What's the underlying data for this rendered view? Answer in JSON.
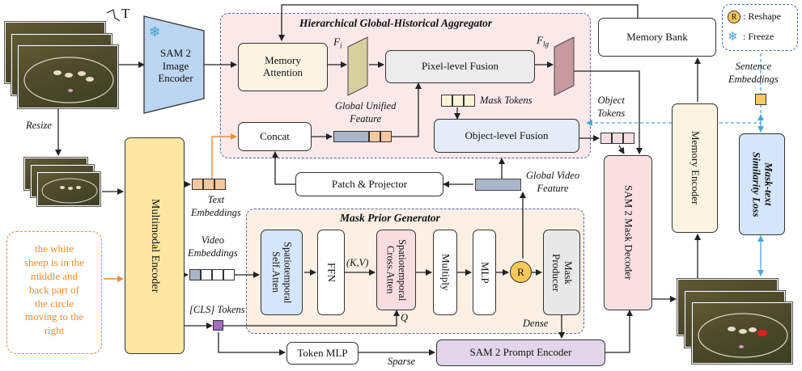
{
  "labels": {
    "T": "T",
    "encoder": "SAM 2\nImage\nEncoder",
    "resize": "Resize",
    "multimodal_encoder": "Multimodal Encoder",
    "text_embeddings": "Text\nEmbeddings",
    "video_embeddings": "Video\nEmbeddings",
    "cls_tokens": "[CLS] Tokens",
    "query_text": "the white\nsheep is in the\nmiddle and\nback part of\nthe circle\nmoving to the\nright",
    "hgha_title": "Hierarchical Global-Historical Aggregator",
    "memory_attention": "Memory\nAttention",
    "fi": "F",
    "fi_sub": "i",
    "pixel_fusion": "Pixel-level Fusion",
    "flg": "F",
    "flg_sub": "lg",
    "global_unified_feature": "Global Unified\nFeature",
    "mask_tokens": "Mask Tokens",
    "concat": "Concat",
    "object_fusion": "Object-level Fusion",
    "object_tokens": "Object\nTokens",
    "patch_projector": "Patch & Projector",
    "global_video_feature": "Global Video\nFeature",
    "mpg_title": "Mask Prior Generator",
    "st_self": "Spatiotemporal\nSelf.Atten",
    "ffn": "FFN",
    "kv": "(K,V)",
    "st_cross": "Spatiotemporal\nCross.Atten",
    "multiply": "Multiply",
    "mlp": "MLP",
    "reshape_symbol": "R",
    "mask_producer": "Mask\nProducer",
    "q": "Q",
    "dense": "Dense",
    "token_mlp": "Token MLP",
    "sparse": "Sparse",
    "prompt_encoder": "SAM 2 Prompt Encoder",
    "mask_decoder": "SAM 2 Mask Decoder",
    "memory_bank": "Memory Bank",
    "memory_encoder": "Memory Encoder",
    "legend_reshape": ": Reshape",
    "legend_freeze": ": Freeze",
    "sentence_embeddings": "Sentence\nEmbeddings",
    "similarity_loss": "Mask-text\nSimilarity Loss"
  },
  "colors": {
    "image_encoder": "#bcd5f0",
    "hgha_bg": "#fbe9ea",
    "mpg_bg": "#fcf0e4",
    "memory_attention": "#fdf3e1",
    "pixel_fusion": "#ececec",
    "object_fusion": "#e3ecf7",
    "multimodal_encoder": "#fde7a2",
    "st_self": "#d4e6f9",
    "st_cross": "#f9dde0",
    "mask_producer": "#e8e8e8",
    "prompt_encoder": "#e2d6ea",
    "mask_decoder": "#fbe0e3",
    "memory_encoder": "#fdf5e2",
    "similarity_loss": "#d4e6f9",
    "token_orange": "#f8c9a0",
    "token_gray": "#a8b6c8",
    "cls_purple": "#a36cc2",
    "query_orange": "#f28a2e",
    "freeze_blue": "#3aa0d5",
    "arrow_blue": "#4aa8dd",
    "arrow_orange": "#ef8a3a"
  },
  "icons": {
    "freeze": "snowflake-icon",
    "reshape": "reshape-r-icon"
  }
}
